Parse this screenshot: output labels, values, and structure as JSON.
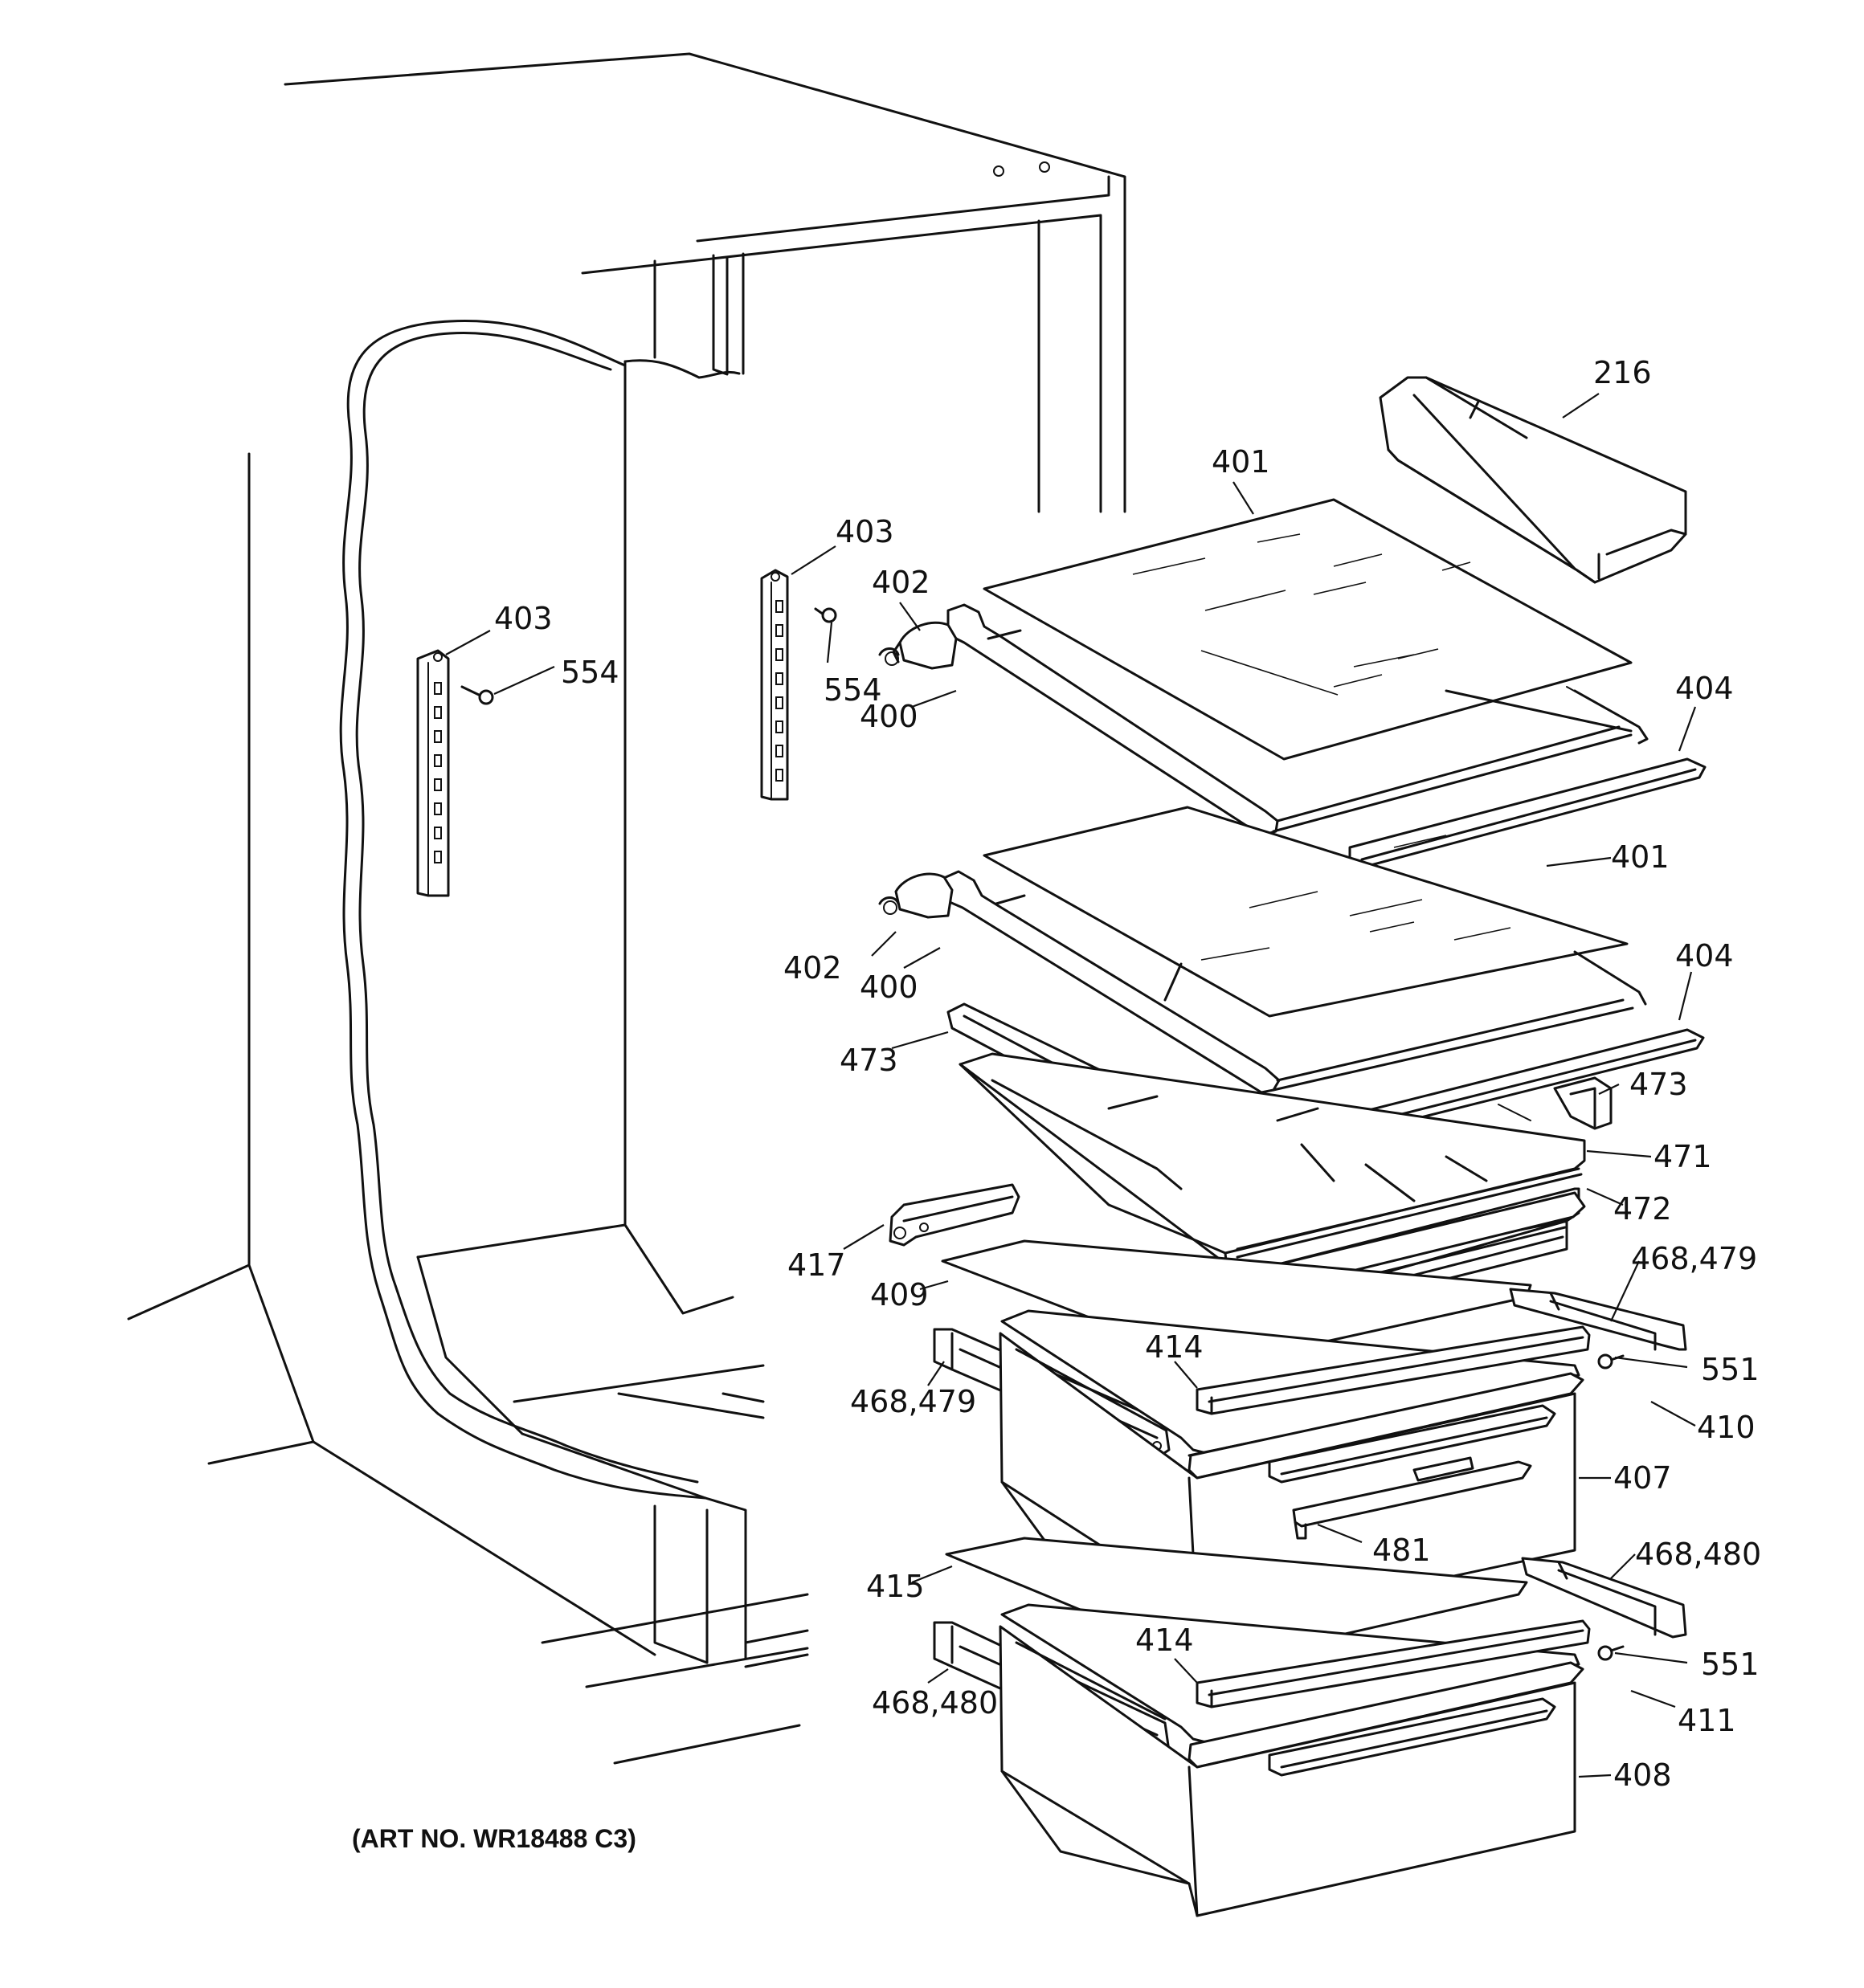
{
  "art_number": "(ART NO. WR18488 C3)",
  "callouts": {
    "c216": "216",
    "c401a": "401",
    "c403a": "403",
    "c402a": "402",
    "c403b": "403",
    "c554a": "554",
    "c554b": "554",
    "c400a": "400",
    "c404a": "404",
    "c401b": "401",
    "c402b": "402",
    "c400b": "400",
    "c404b": "404",
    "c473a": "473",
    "c473b": "473",
    "c471": "471",
    "c472": "472",
    "c417": "417",
    "c468_479a": "468,479",
    "c409": "409",
    "c414a": "414",
    "c551a": "551",
    "c468_479b": "468,479",
    "c410": "410",
    "c407": "407",
    "c481": "481",
    "c468_480a": "468,480",
    "c415": "415",
    "c414b": "414",
    "c551b": "551",
    "c468_480b": "468,480",
    "c411": "411",
    "c408": "408"
  }
}
